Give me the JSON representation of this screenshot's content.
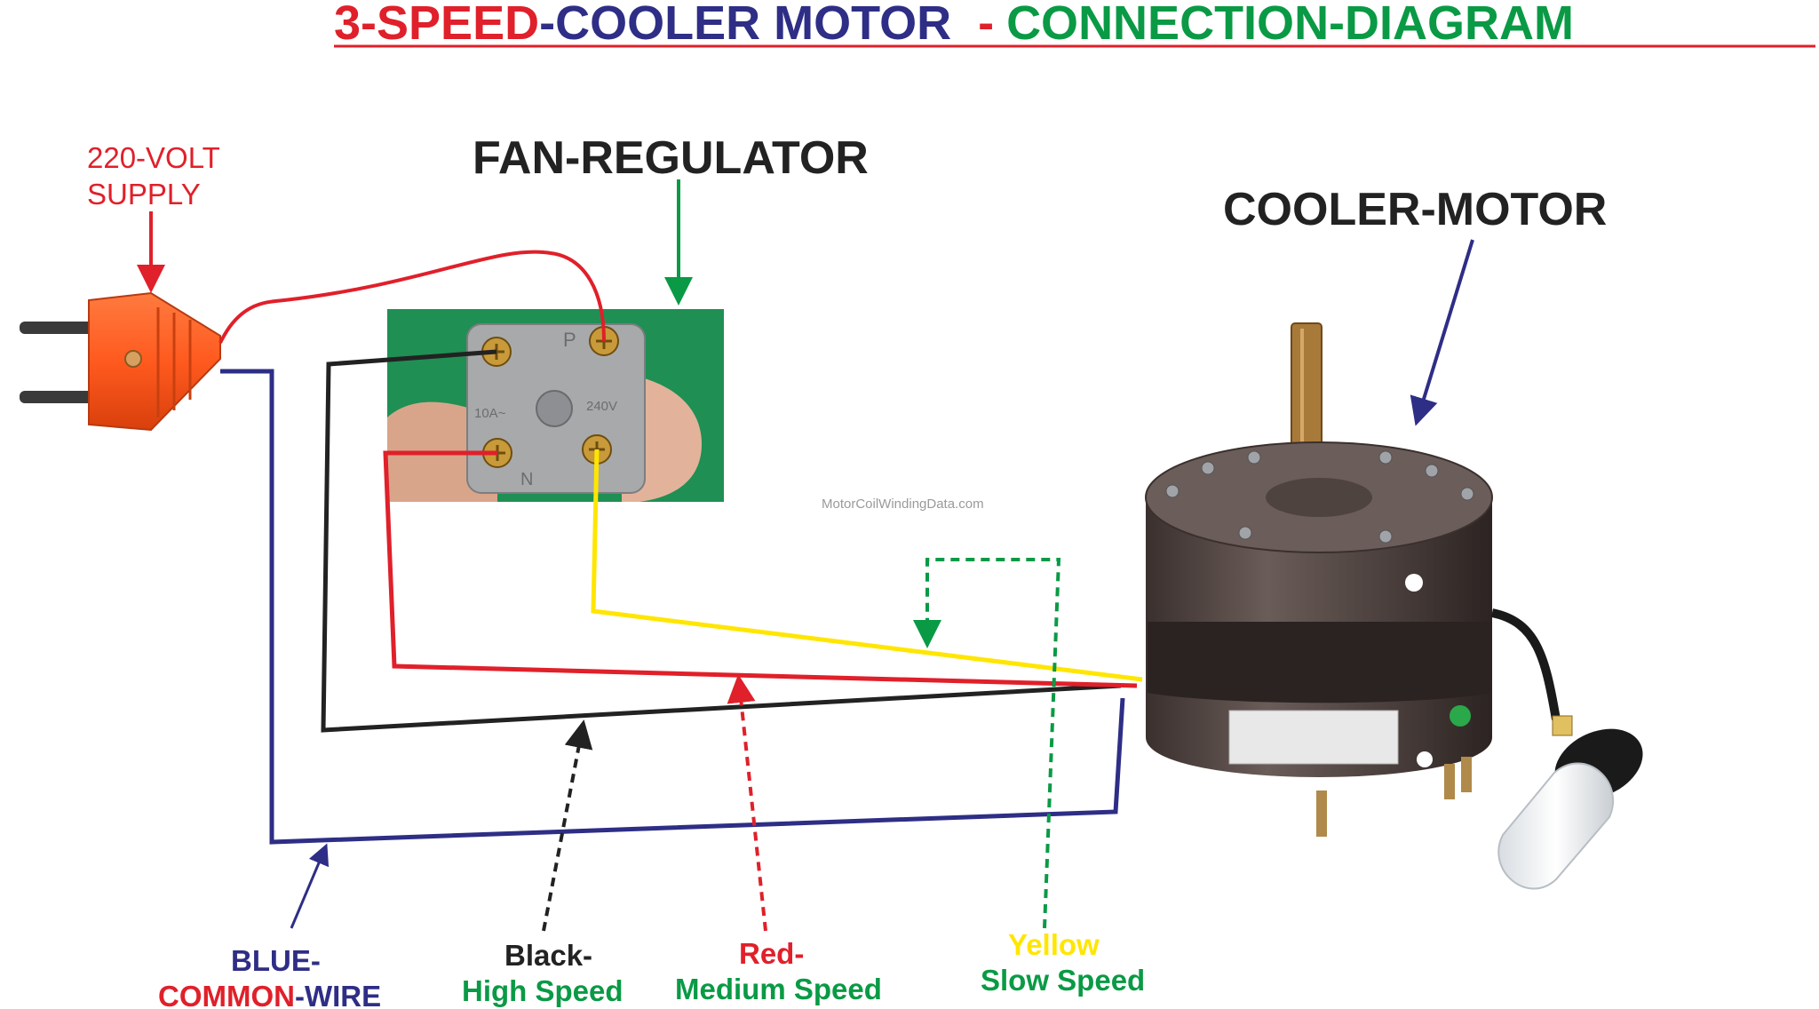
{
  "title": {
    "part1": "3-SPEED",
    "part2": "-COOLER MOTOR",
    "part3": "-",
    "part4": "CONNECTION-DIAGRAM"
  },
  "labels": {
    "supply_line1": "220-VOLT",
    "supply_line2": "SUPPLY",
    "fan_regulator": "FAN-REGULATOR",
    "cooler_motor": "COOLER-MOTOR",
    "watermark": "MotorCoilWindingData.com"
  },
  "regulator_markings": {
    "terminal_p": "P",
    "terminal_n": "N",
    "current": "10A~",
    "voltage": "240V"
  },
  "legend": {
    "blue_line1": "BLUE-",
    "blue_line2a": "COMMON",
    "blue_line2b": "-WIRE",
    "black_line1": "Black-",
    "black_line2": "High Speed",
    "red_line1": "Red-",
    "red_line2": "Medium Speed",
    "yellow_line1": "Yellow",
    "yellow_line2": "Slow Speed"
  },
  "colors": {
    "red": "#e0202a",
    "blue": "#2e2e86",
    "green": "#0a9a45",
    "black": "#222222",
    "yellow": "#ffe600",
    "plug": "#ff5a1f",
    "motor": "#4e4340"
  },
  "icons": [
    "plug-icon",
    "fan-regulator-photo",
    "cooler-motor-photo",
    "capacitor-icon"
  ]
}
